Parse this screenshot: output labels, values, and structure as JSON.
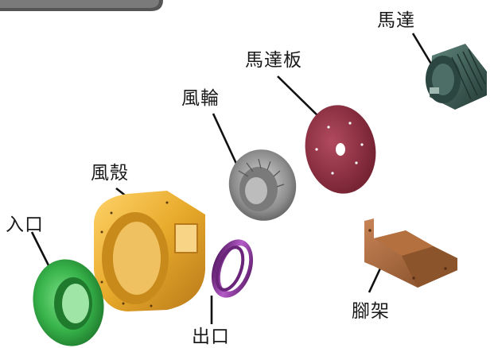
{
  "title": "",
  "labels": {
    "motor": "馬達",
    "motor_plate": "馬達板",
    "impeller": "風輪",
    "housing": "風殼",
    "inlet": "入口",
    "outlet": "出口",
    "stand": "腳架"
  },
  "colors": {
    "inlet": "#37b34a",
    "housing": "#e7a92a",
    "outlet": "#8a2f9c",
    "impeller": "#8c8c8c",
    "motor_plate": "#8e2a3e",
    "motor": "#3c5a52",
    "stand": "#a7643a",
    "leader_line": "#111111",
    "header_tab": "#555555"
  },
  "icons": {
    "header_tab": "dark-tab-shape"
  }
}
